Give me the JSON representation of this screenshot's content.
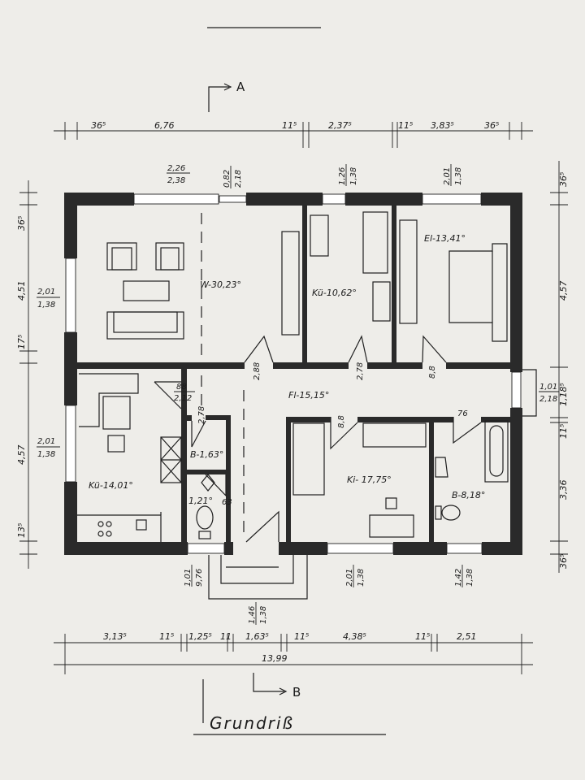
{
  "title": "Grundriß",
  "section_marks": {
    "a": "A",
    "b": "B"
  },
  "rooms": {
    "wohnen": "W-30,23°",
    "kueche_nord": "Kü-10,62°",
    "eltern": "El-13,41°",
    "flur": "Fl-15,15°",
    "kueche_sued": "Kü-14,01°",
    "bad_klein": "B-1,63°",
    "wc": "1,21°",
    "kind": "Ki- 17,75°",
    "bad": "B-8,18°"
  },
  "dimensions": {
    "top": [
      "36⁵",
      "6,76",
      "11⁵",
      "2,37⁵",
      "11⁵",
      "3,83⁵",
      "36⁵"
    ],
    "bottom": [
      "3,13⁵",
      "11⁵",
      "1,25⁵",
      "11",
      "1,63⁵",
      "11⁵",
      "4,38⁵",
      "11⁵",
      "2,51"
    ],
    "total": "13,99",
    "left": [
      "36⁵",
      "4,51",
      "17⁵",
      "4,57",
      "13⁵"
    ],
    "right": [
      "36⁵",
      "4,57",
      "1,18⁵",
      "11⁵",
      "3,36",
      "36⁵"
    ]
  },
  "openings": {
    "win_top_w": [
      "2,26",
      "2,38"
    ],
    "door_top_w": [
      "0,82",
      "2,18"
    ],
    "win_top_kue": [
      "1,26",
      "1,38"
    ],
    "win_top_el": [
      "2,01",
      "1,38"
    ],
    "win_left_w": [
      "2,01",
      "1,38"
    ],
    "win_left_kue": [
      "2,01",
      "1,38"
    ],
    "win_right": [
      "1,01",
      "2,18"
    ],
    "win_bot_entry": [
      "1,01",
      "9,76"
    ],
    "win_bot_entry2": [
      "1,46",
      "1,38"
    ],
    "win_bot_ki": [
      "2,01",
      "1,38"
    ],
    "win_bot_bad": [
      "1,42",
      "1,38"
    ],
    "door_w": "2,88",
    "door_kue": "2,78",
    "door_el": "8,8",
    "door_ki": "8,8",
    "door_bad": "76",
    "door_kue_sued": [
      "88",
      "2,12"
    ],
    "door_bklein": "2,78",
    "door_wc": "63"
  }
}
